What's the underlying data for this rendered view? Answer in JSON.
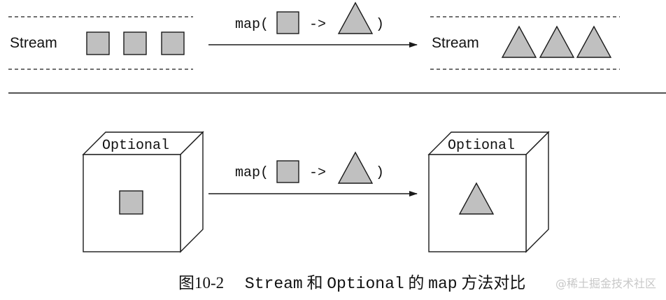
{
  "top": {
    "left_label": "Stream",
    "right_label": "Stream",
    "map_open": "map(",
    "map_arrow": "->",
    "map_close": ")"
  },
  "bottom": {
    "left_box_label": "Optional",
    "right_box_label": "Optional",
    "map_open": "map(",
    "map_arrow": "->",
    "map_close": ")"
  },
  "caption": {
    "prefix": "图10-2",
    "part1": "Stream",
    "part2": "和",
    "part3": "Optional",
    "part4": "的",
    "part5": "map",
    "part6": "方法对比"
  },
  "watermark": "@稀土掘金技术社区",
  "colors": {
    "shape_fill": "#c0c0c0",
    "stroke": "#1a1a1a"
  }
}
